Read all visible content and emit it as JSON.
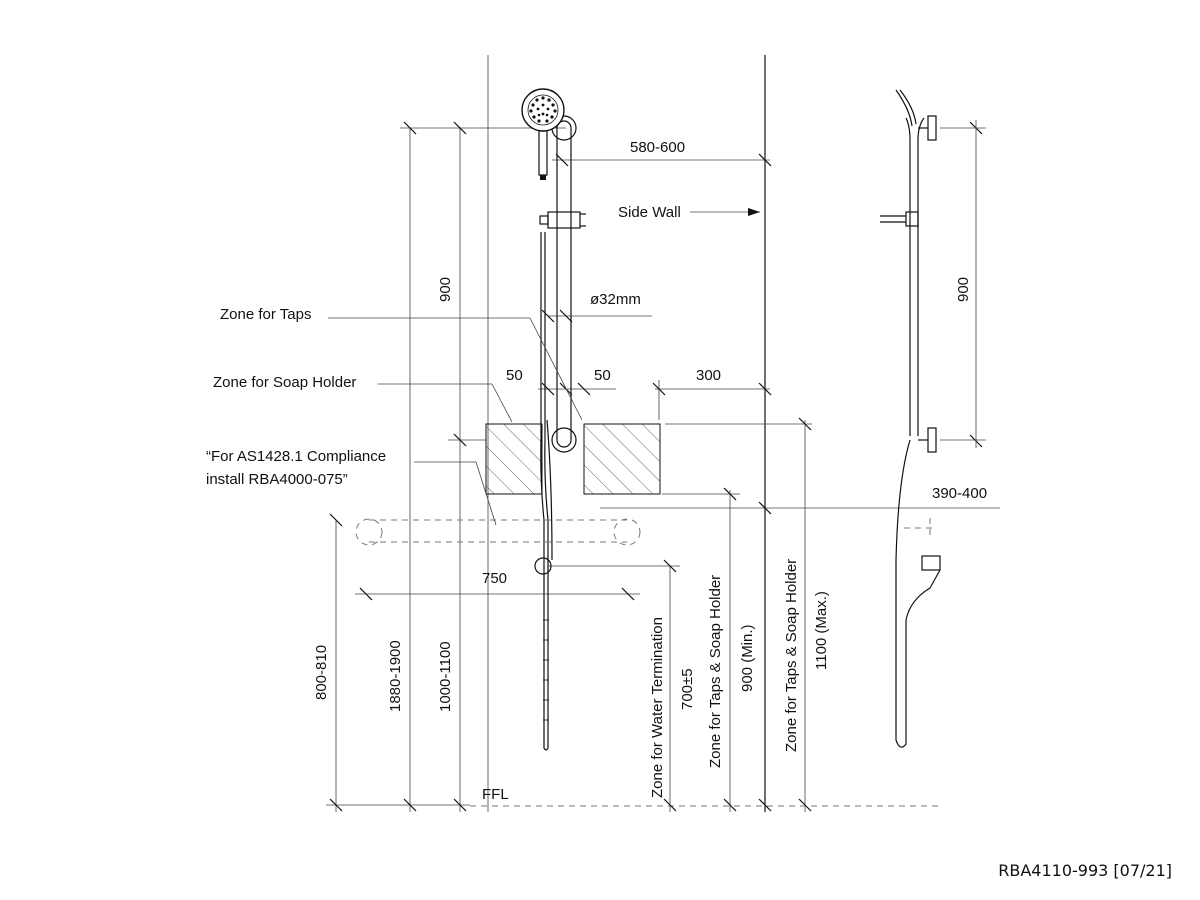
{
  "labels": {
    "zone_taps": "Zone for Taps",
    "zone_soap": "Zone for Soap Holder",
    "compliance_line1": "“For AS1428.1 Compliance",
    "compliance_line2": "install RBA4000-075”",
    "side_wall": "Side Wall",
    "ffl": "FFL",
    "diameter": "ø32mm",
    "water_termination": "Zone for Water Termination",
    "taps_soap_min": "Zone for Taps & Soap Holder",
    "taps_soap_max": "Zone for Taps & Soap Holder"
  },
  "dimensions": {
    "d580_600": "580-600",
    "d900_front": "900",
    "d900_side": "900",
    "d50_left": "50",
    "d50_right": "50",
    "d300": "300",
    "d390_400": "390-400",
    "d750": "750",
    "d800_810": "800-810",
    "d1880_1900": "1880-1900",
    "d1000_1100": "1000-1100",
    "d700": "700±5",
    "d900_min": "900 (Min.)",
    "d1100_max": "1100 (Max.)"
  },
  "reference": "RBA4110-993 [07/21]",
  "icons": [
    "hand-shower-head-icon",
    "rail-bracket-icon",
    "soap-zone-hatch",
    "tap-zone-hatch",
    "grab-rail-dashed",
    "side-elevation-rail"
  ]
}
